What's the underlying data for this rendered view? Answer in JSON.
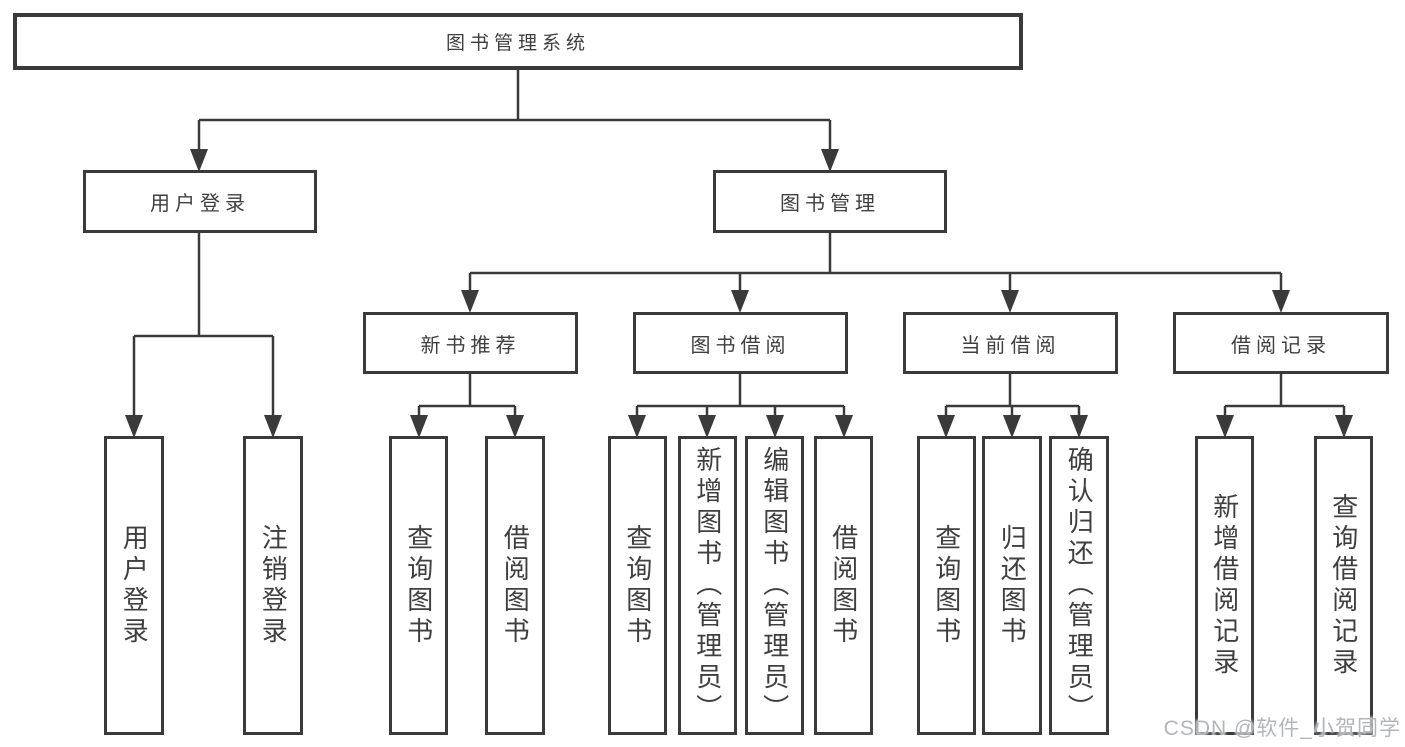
{
  "diagram": {
    "root": {
      "label": "图书管理系统"
    },
    "level2": [
      {
        "id": "user-login",
        "label": "用户登录"
      },
      {
        "id": "book-mgmt",
        "label": "图书管理"
      }
    ],
    "level3": [
      {
        "id": "new-book",
        "label": "新书推荐"
      },
      {
        "id": "book-borrow",
        "label": "图书借阅"
      },
      {
        "id": "current-borrow",
        "label": "当前借阅"
      },
      {
        "id": "borrow-records",
        "label": "借阅记录"
      }
    ],
    "leaves": {
      "user_login": [
        {
          "label": "用户登录"
        },
        {
          "label": "注销登录"
        }
      ],
      "new_book": [
        {
          "label": "查询图书"
        },
        {
          "label": "借阅图书"
        }
      ],
      "book_borrow": [
        {
          "label": "查询图书"
        },
        {
          "label": "新增图书（管理员）"
        },
        {
          "label": "编辑图书（管理员）"
        },
        {
          "label": "借阅图书"
        }
      ],
      "current_borrow": [
        {
          "label": "查询图书"
        },
        {
          "label": "归还图书"
        },
        {
          "label": "确认归还（管理员）"
        }
      ],
      "borrow_records": [
        {
          "label": "新增借阅记录"
        },
        {
          "label": "查询借阅记录"
        }
      ]
    }
  },
  "watermark": {
    "text": "CSDN @软件_小贺同学"
  },
  "colors": {
    "line": "#3a3a3a",
    "text": "#3f3f3f",
    "watermark": "#b3b6b9",
    "background": "#ffffff"
  }
}
